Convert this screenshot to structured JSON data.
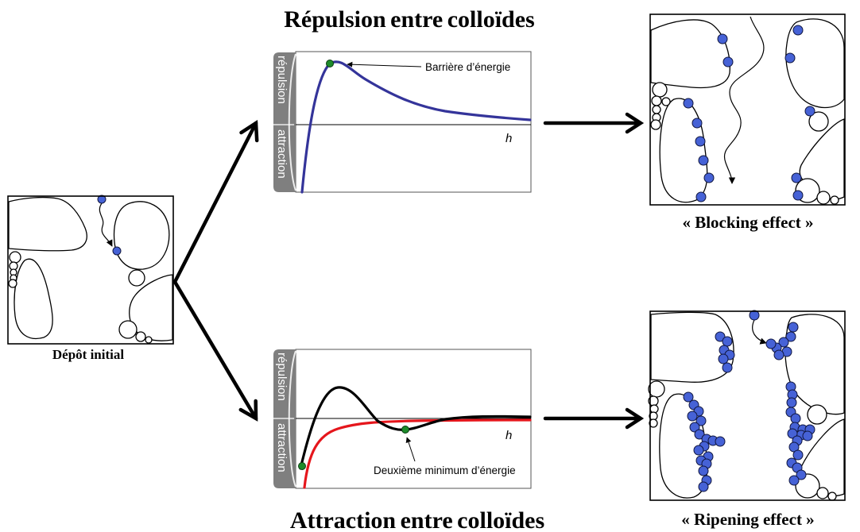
{
  "titles": {
    "repulsion": "Répulsion entre colloïdes",
    "attraction": "Attraction entre colloïdes"
  },
  "initial_panel": {
    "caption": "Dépôt initial"
  },
  "repulsion_plot": {
    "side_label_top": "répulsion",
    "side_label_bottom": "attraction",
    "annotation": "Barrière d’énergie",
    "axis_label": "h"
  },
  "attraction_plot": {
    "side_label_top": "répulsion",
    "side_label_bottom": "attraction",
    "annotation": "Deuxième minimum d’énergie",
    "axis_label": "h"
  },
  "result_panels": {
    "blocking_caption": "« Blocking effect »",
    "ripening_caption": "« Ripening effect »"
  },
  "colors": {
    "colloid": "#4662d6",
    "repulsion_curve": "#34349a",
    "attraction_curve_black": "#000000",
    "attraction_curve_red": "#e5161c",
    "energy_marker": "#1e8b2b",
    "side_bar": "#7f7f7f"
  }
}
